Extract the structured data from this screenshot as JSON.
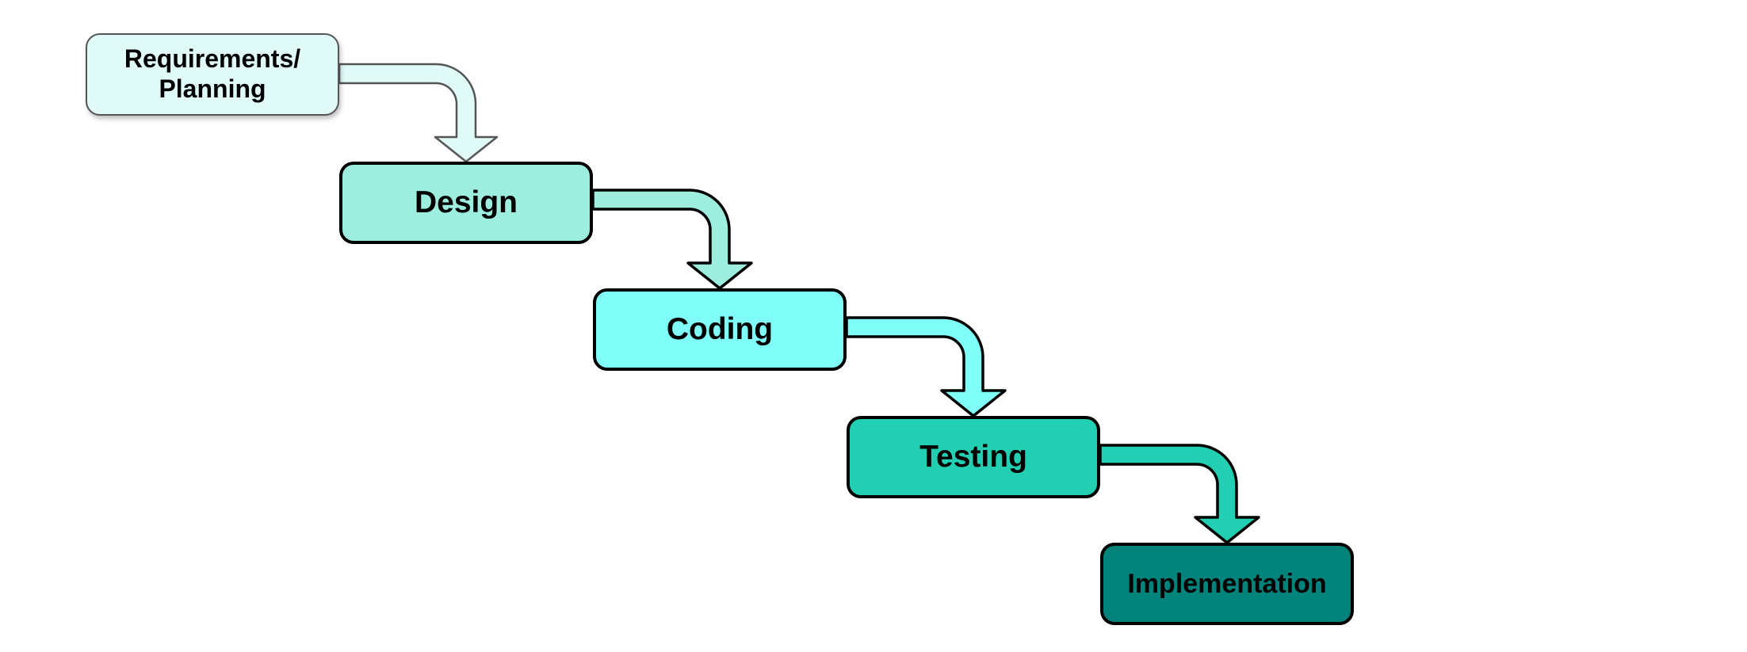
{
  "steps": [
    {
      "label": "Requirements/\nPlanning",
      "color": "#E0FAF7"
    },
    {
      "label": "Design",
      "color": "#9EEEDF"
    },
    {
      "label": "Coding",
      "color": "#80FFF8"
    },
    {
      "label": "Testing",
      "color": "#22CFB2"
    },
    {
      "label": "Implementation",
      "color": "#00837A"
    }
  ],
  "arrow_colors": [
    "#E0FAF7",
    "#9EEEDF",
    "#80FFF8",
    "#22CFB2"
  ]
}
